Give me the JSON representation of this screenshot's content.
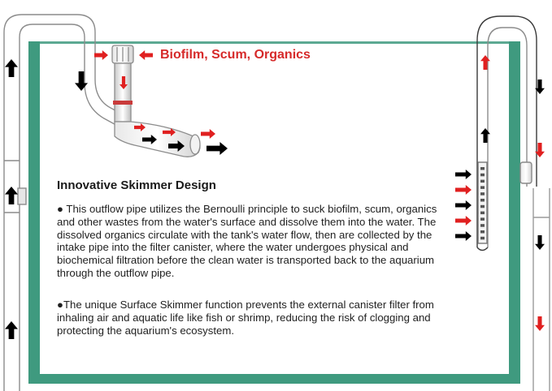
{
  "callout": {
    "text": "Biofilm, Scum, Organics"
  },
  "heading": "Innovative Skimmer Design",
  "paragraphs": [
    "● This outflow pipe utilizes the Bernoulli principle to suck biofilm, scum, organics and other wastes from the water's surface and dissolve them into the water. The dissolved organics circulate with the tank's water flow, then are collected by the intake pipe into the filter canister, where the water undergoes physical and biochemical filtration before the clean water is transported back to the aquarium through the outflow pipe.",
    "●The unique Surface Skimmer function prevents the external canister filter from inhaling air and aquatic life like fish or shrimp, reducing the risk of clogging and protecting the aquarium's ecosystem."
  ],
  "colors": {
    "tank_glass": "#3f9a7f",
    "arrow_red": "#e02020",
    "arrow_black": "#000000",
    "text_red": "#d62a2a",
    "pipe_stroke": "#8c8c8c"
  },
  "icons": {
    "flow_black": "arrow-black-icon",
    "flow_red": "arrow-red-icon"
  }
}
